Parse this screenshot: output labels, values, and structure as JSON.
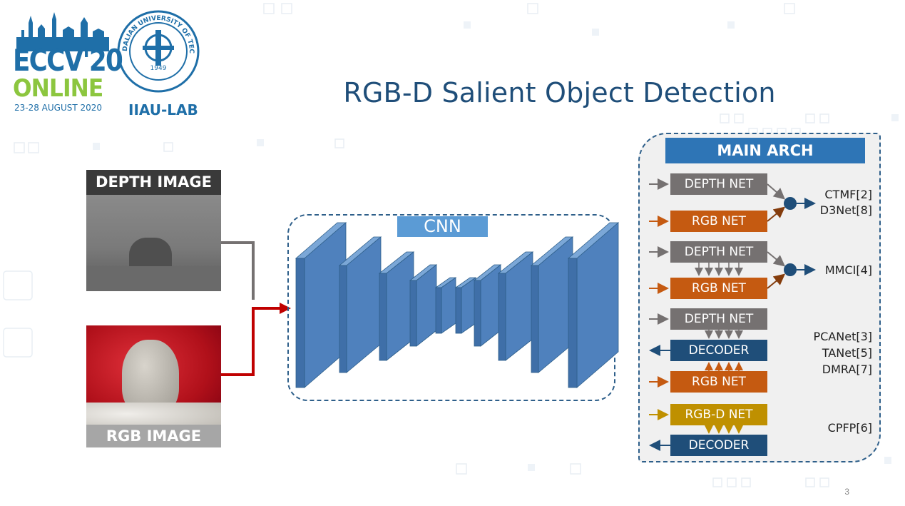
{
  "slide": {
    "title": "RGB-D Salient Object Detection",
    "page_number": "3"
  },
  "logos": {
    "eccv": {
      "line1": "ECCV'20",
      "line2": "ONLINE",
      "line3": "23-28 AUGUST 2020"
    },
    "university": {
      "ring_text": "DALIAN UNIVERSITY OF TECHNOLOGY",
      "year": "1949",
      "lab": "IIAU-LAB"
    }
  },
  "inputs": {
    "depth_label": "DEPTH IMAGE",
    "rgb_label": "RGB IMAGE"
  },
  "cnn": {
    "label": "CNN"
  },
  "main_arch": {
    "title": "MAIN ARCH",
    "groups": [
      {
        "depth": "DEPTH NET",
        "rgb": "RGB NET",
        "methods": [
          "CTMF[2]",
          "D3Net[8]"
        ]
      },
      {
        "depth": "DEPTH NET",
        "rgb": "RGB NET",
        "methods": [
          "MMCI[4]"
        ]
      },
      {
        "depth": "DEPTH NET",
        "decoder": "DECODER",
        "rgb": "RGB NET",
        "methods": [
          "PCANet[3]",
          "TANet[5]",
          "DMRA[7]"
        ]
      },
      {
        "rgbd": "RGB-D NET",
        "decoder": "DECODER",
        "methods": [
          "CPFP[6]"
        ]
      }
    ]
  },
  "colors": {
    "title": "#1f4e79",
    "depth_net": "#757171",
    "rgb_net": "#c55a11",
    "decoder": "#1f4e79",
    "rgbd_net": "#bf9000",
    "cnn_block": "#4f81bd",
    "dashed_border": "#2e5f8a",
    "arch_title_bg": "#2e75b6",
    "red_arrow": "#c00000"
  }
}
